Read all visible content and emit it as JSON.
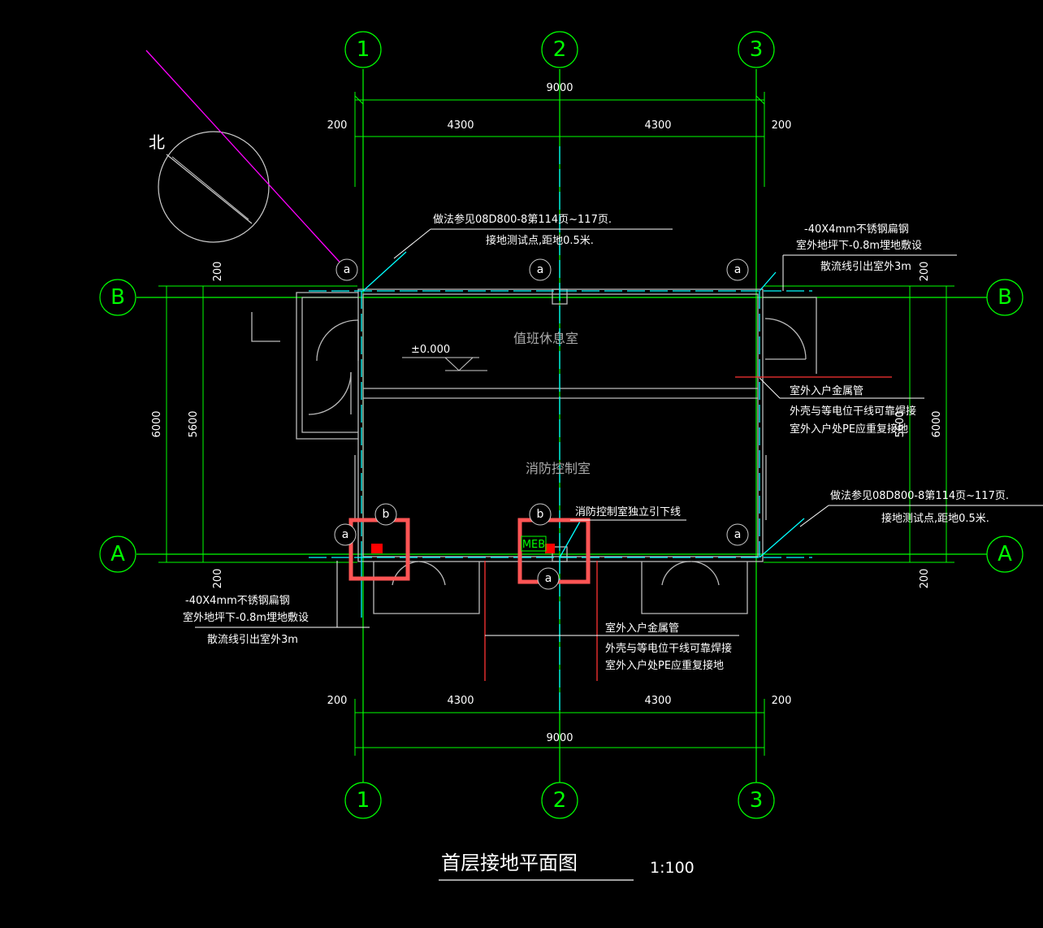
{
  "drawing": {
    "title": "首层接地平面图",
    "scale": "1:100"
  },
  "compass": {
    "north_label": "北"
  },
  "axes": {
    "vertical": [
      "1",
      "2",
      "3"
    ],
    "horizontal": [
      "A",
      "B"
    ]
  },
  "dims": {
    "top_total": "9000",
    "bottom_total": "9000",
    "top_left_edge": "200",
    "top_right_edge": "200",
    "top_span_1": "4300",
    "top_span_2": "4300",
    "bottom_left_edge": "200",
    "bottom_right_edge": "200",
    "bottom_span_1": "4300",
    "bottom_span_2": "4300",
    "left_total": "6000",
    "left_inner": "5600",
    "left_top_edge": "200",
    "left_bottom_edge": "200",
    "right_total": "6000",
    "right_inner": "5600",
    "right_top_edge": "200",
    "right_bottom_edge": "200"
  },
  "rooms": {
    "duty_room": "值班休息室",
    "fire_control_room": "消防控制室"
  },
  "elevation": "±0.000",
  "notes": {
    "top_ref_line1": "做法参见08D800-8第114页~117页.",
    "top_ref_line2": "接地测试点,距地0.5米.",
    "top_right_line1": "-40X4mm不锈钢扁钢",
    "top_right_line2": "室外地坪下-0.8m埋地敷设",
    "top_right_line3": "散流线引出室外3m",
    "right_pipe_line1": "室外入户金属管",
    "right_pipe_line2": "外壳与等电位干线可靠焊接",
    "right_pipe_line3": "室外入户处PE应重复接地",
    "right_ref_line1": "做法参见08D800-8第114页~117页.",
    "right_ref_line2": "接地测试点,距地0.5米.",
    "fire_down_lead": "消防控制室独立引下线",
    "bottom_left_line1": "-40X4mm不锈钢扁钢",
    "bottom_left_line2": "室外地坪下-0.8m埋地敷设",
    "bottom_left_line3": "散流线引出室外3m",
    "bottom_pipe_line1": "室外入户金属管",
    "bottom_pipe_line2": "外壳与等电位干线可靠焊接",
    "bottom_pipe_line3": "室外入户处PE应重复接地"
  },
  "markers": {
    "a": "a",
    "b": "b",
    "meb": "MEB"
  },
  "colors": {
    "axis": "#00ff00",
    "dimension": "#00ff00",
    "ground_line": "#00ffff",
    "highlight_box": "#ff5555",
    "magenta_line": "#ff00ff"
  }
}
